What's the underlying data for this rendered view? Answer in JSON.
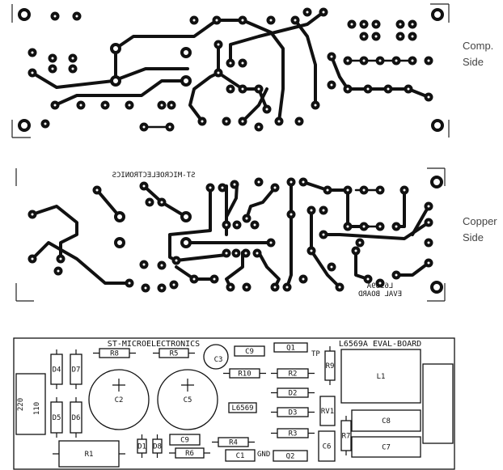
{
  "side_labels": {
    "component_side": [
      "Comp.",
      "Side"
    ],
    "copper_side": [
      "Copper",
      "Side"
    ]
  },
  "copper_board": {
    "mirrored_title": "ST-MICROELECTRONICS",
    "mirrored_board_name": [
      "L6569A",
      "EVAL BOARD"
    ]
  },
  "assembly_board": {
    "maker": "ST-MICROELECTRONICS",
    "board_name": "L6569A EVAL-BOARD",
    "components": {
      "R8": "R8",
      "R5": "R5",
      "C3": "C3",
      "C9_top": "C9",
      "Q1": "Q1",
      "TP": "TP",
      "R9": "R9",
      "L1": "L1",
      "D4": "D4",
      "D7": "D7",
      "D5": "D5",
      "D6": "D6",
      "C2": "C2",
      "C5": "C5",
      "R10": "R10",
      "R2": "R2",
      "D2": "D2",
      "D3": "D3",
      "L6569": "L6569",
      "RV1": "RV1",
      "C8": "C8",
      "C7": "C7",
      "R7": "R7",
      "C6": "C6",
      "R3": "R3",
      "Q2": "Q2",
      "GND": "GND",
      "C1": "C1",
      "R4": "R4",
      "R6": "R6",
      "C9_bottom": "C9",
      "D1": "D1",
      "D8": "D8",
      "R1": "R1",
      "v220": "220",
      "v110": "110"
    }
  }
}
